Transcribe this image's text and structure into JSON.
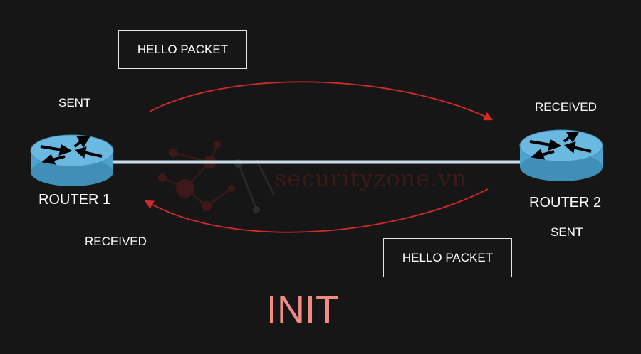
{
  "diagram": {
    "state_title": "INIT",
    "watermark": "securityzone.vn",
    "router1": {
      "name": "ROUTER 1",
      "status_top": "SENT",
      "status_bottom": "RECEIVED"
    },
    "router2": {
      "name": "ROUTER 2",
      "status_top": "RECEIVED",
      "status_bottom": "SENT"
    },
    "packet_top": "HELLO PACKET",
    "packet_bottom": "HELLO PACKET",
    "colors": {
      "background": "#161616",
      "arrow": "#d42a2a",
      "link": "#c9dcea",
      "router_body": "#4fa3cc",
      "router_top": "#6bb9e0",
      "title": "#f28b82"
    }
  }
}
